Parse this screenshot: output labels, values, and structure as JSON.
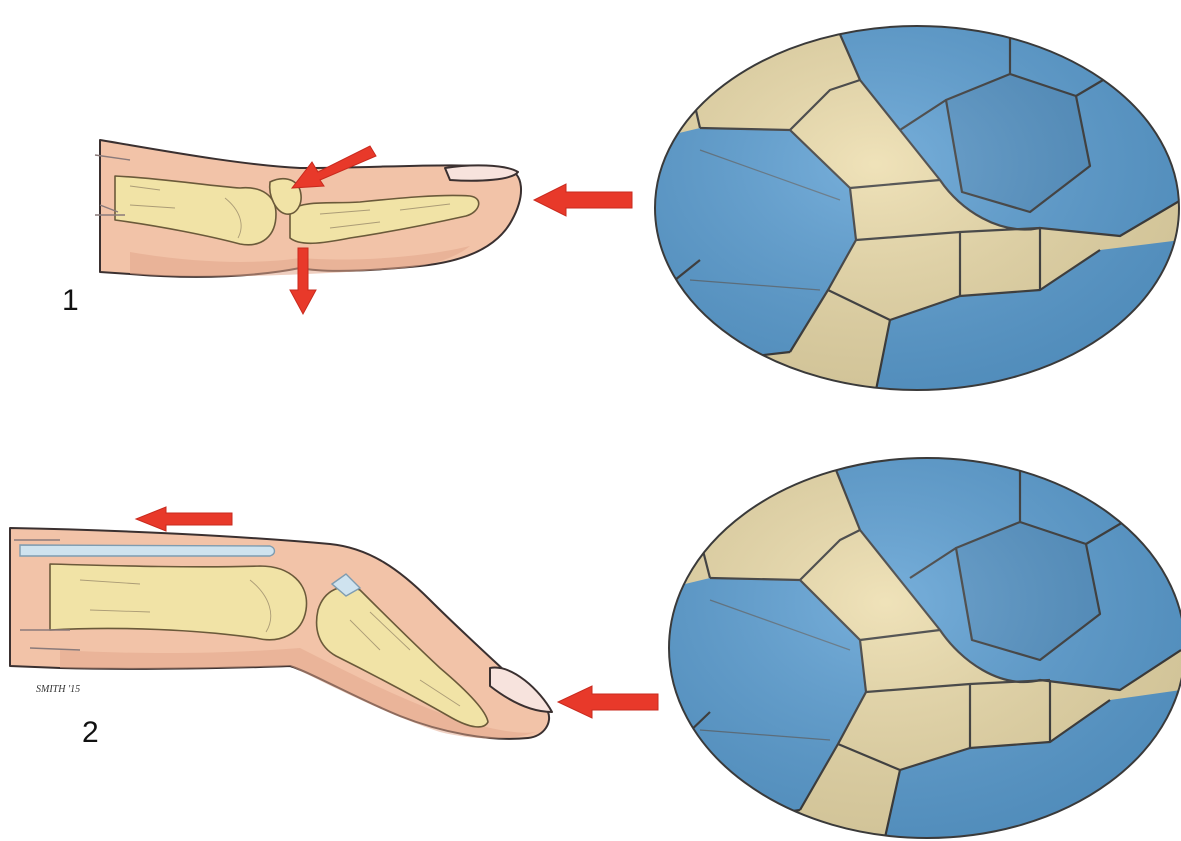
{
  "panels": [
    {
      "label": "1"
    },
    {
      "label": "2"
    }
  ],
  "signature": "SMITH '15",
  "colors": {
    "skin": "#f2c3a8",
    "skin_shadow": "#e2a58a",
    "bone": "#f1e3a6",
    "bone_shadow": "#d8c27c",
    "tendon": "#cfe3ef",
    "ball_blue": "#5a9ed3",
    "ball_blue_dark": "#4a86b8",
    "ball_cream": "#ecdcaa",
    "arrow": "#e8392a",
    "nail": "#f7e3dd"
  },
  "icons": {
    "force_arrow": "arrow-left-icon",
    "fragment_arrow": "arrow-down-icon",
    "ball": "handball-icon"
  }
}
